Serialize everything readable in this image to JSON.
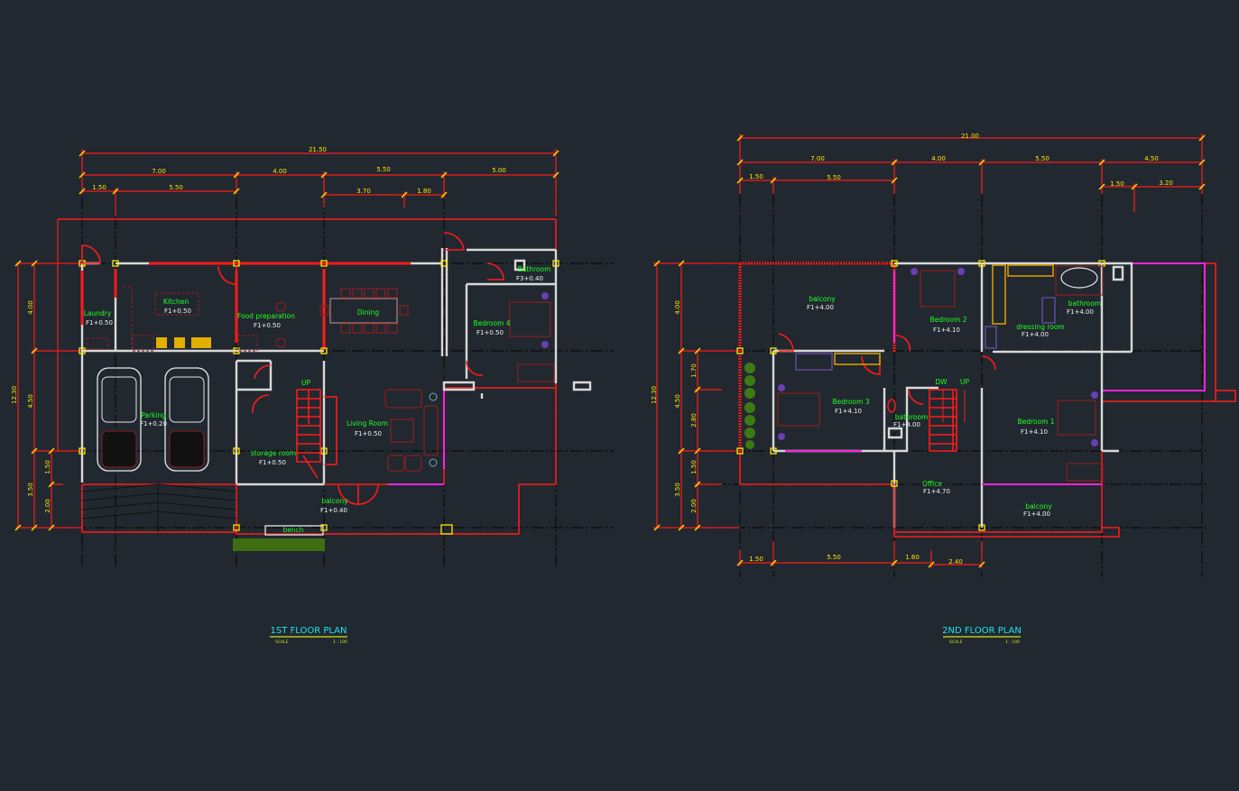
{
  "colors": {
    "background": "#212830",
    "walls": "#d8d8d8",
    "dimension": "#ff1a1a",
    "dim_text": "#ffe600",
    "room_label": "#22ff22",
    "title": "#19e6f0"
  },
  "floor1": {
    "title": "1ST FLOOR PLAN",
    "scale_label": "SCALE",
    "scale_value": "1 : 100",
    "dims_top": {
      "total": "21.50",
      "row2": [
        "7.00",
        "4.00",
        "5.50",
        "5.00"
      ],
      "row3a": [
        "1.50",
        "5.50"
      ],
      "row3b": [
        "3.70",
        "1.80"
      ]
    },
    "dims_left": {
      "total": "12.30",
      "row2": [
        "4.00",
        "4.50",
        "3.50"
      ],
      "row3": [
        "1.50",
        "2.00"
      ]
    },
    "rooms": {
      "laundry": {
        "name": "Laundry",
        "level": "F1+0.50"
      },
      "kitchen": {
        "name": "Kitchen",
        "level": "F1+0.50"
      },
      "food_prep": {
        "name": "Food preparation",
        "level": "F1+0.50"
      },
      "dining": {
        "name": "Dining"
      },
      "bathroom": {
        "name": "Bathroom",
        "level": "F3+0.40"
      },
      "bedroom4": {
        "name": "Bedroom 4",
        "level": "F1+0.50"
      },
      "parking": {
        "name": "Parking",
        "level": "F1+0.20"
      },
      "stair": {
        "name": "UP"
      },
      "living": {
        "name": "Living Room",
        "level": "F1+0.50"
      },
      "storage": {
        "name": "storage room",
        "level": "F1+0.50"
      },
      "balcony": {
        "name": "balcony",
        "level": "F1+0.40"
      },
      "bench": {
        "name": "bench"
      }
    }
  },
  "floor2": {
    "title": "2ND FLOOR PLAN",
    "scale_label": "SCALE",
    "scale_value": "1 : 100",
    "dims_top": {
      "total": "21.00",
      "row2": [
        "7.00",
        "4.00",
        "5.50",
        "4.50"
      ],
      "row3a": [
        "1.50",
        "5.50"
      ],
      "row3b": [
        "1.50",
        "3.20"
      ]
    },
    "dims_left": {
      "total": "12.30",
      "row2": [
        "4.00",
        "4.50",
        "3.50"
      ],
      "row3": [
        "1.70",
        "2.80",
        "1.50",
        "2.00"
      ]
    },
    "dims_bottom": [
      "1.50",
      "5.50",
      "1.60",
      "2.40"
    ],
    "rooms": {
      "balcony_top": {
        "name": "balcony",
        "level": "F1+4.00"
      },
      "bedroom2": {
        "name": "Bedroom 2",
        "level": "F1+4.10"
      },
      "dressing": {
        "name": "dressing room",
        "level": "F1+4.00"
      },
      "bathroom_master": {
        "name": "bathroom",
        "level": "F1+4.00"
      },
      "bedroom3": {
        "name": "Bedroom 3",
        "level": "F1+4.10"
      },
      "bathroom2": {
        "name": "bathroom",
        "level": "F1+4.00"
      },
      "stair_down": {
        "name": "DW"
      },
      "stair_up": {
        "name": "UP"
      },
      "bedroom1": {
        "name": "Bedroom 1",
        "level": "F1+4.10"
      },
      "office": {
        "name": "Office",
        "level": "F1+4.70"
      },
      "balcony_bottom": {
        "name": "balcony",
        "level": "F1+4.00"
      }
    }
  }
}
